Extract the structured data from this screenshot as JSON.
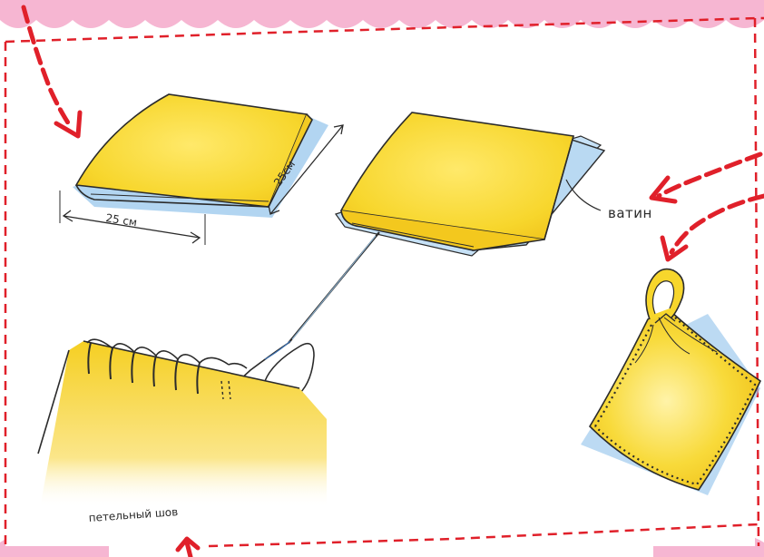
{
  "labels": {
    "dim_width": "25 см",
    "dim_depth": "25см",
    "batting": "ватин",
    "stitch": "петельный шов"
  },
  "colors": {
    "fabric_yellow": "#f7d62c",
    "batting_blue": "#b9d9f2",
    "dashed_red": "#e0202a",
    "frame_pink": "#f6b6d2",
    "outline": "#2b2b2b"
  }
}
